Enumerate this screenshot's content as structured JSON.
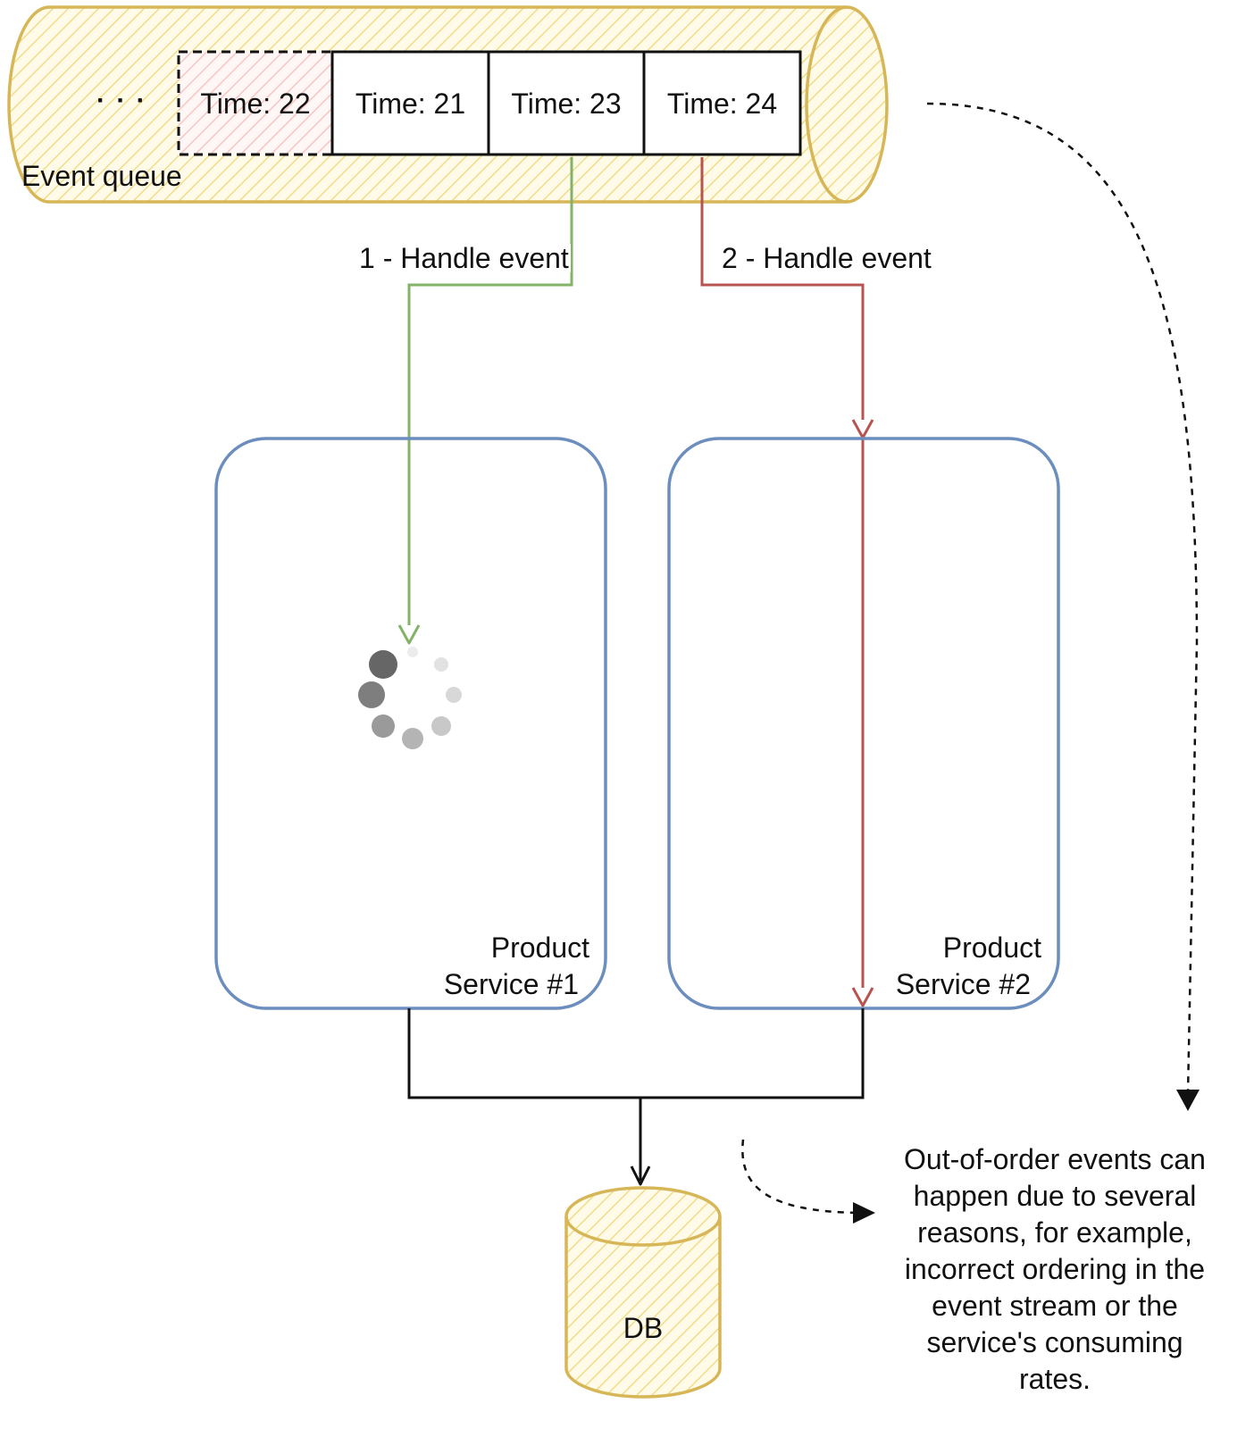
{
  "queue": {
    "label": "Event queue",
    "ellipsis": "· · ·",
    "cells": [
      {
        "label": "Time: 22",
        "style": "dashed-pink"
      },
      {
        "label": "Time: 21",
        "style": "solid"
      },
      {
        "label": "Time: 23",
        "style": "solid"
      },
      {
        "label": "Time: 24",
        "style": "solid"
      }
    ]
  },
  "arrows": {
    "first": {
      "label": "1 - Handle event",
      "color": "#82b366"
    },
    "second": {
      "label": "2 - Handle event",
      "color": "#b85450"
    }
  },
  "services": [
    {
      "line1": "Product",
      "line2": "Service #1"
    },
    {
      "line1": "Product",
      "line2": "Service #2"
    }
  ],
  "db": {
    "label": "DB"
  },
  "note": {
    "lines": [
      "Out-of-order events can",
      "happen due to several",
      "reasons, for example,",
      "incorrect ordering in the",
      "event stream or the",
      "service's consuming",
      "rates."
    ]
  },
  "colors": {
    "queue_fill": "#fff2cc",
    "queue_stroke": "#d6b656",
    "service_stroke": "#6c8ebf",
    "highlight_cell": "#f8cecc"
  }
}
